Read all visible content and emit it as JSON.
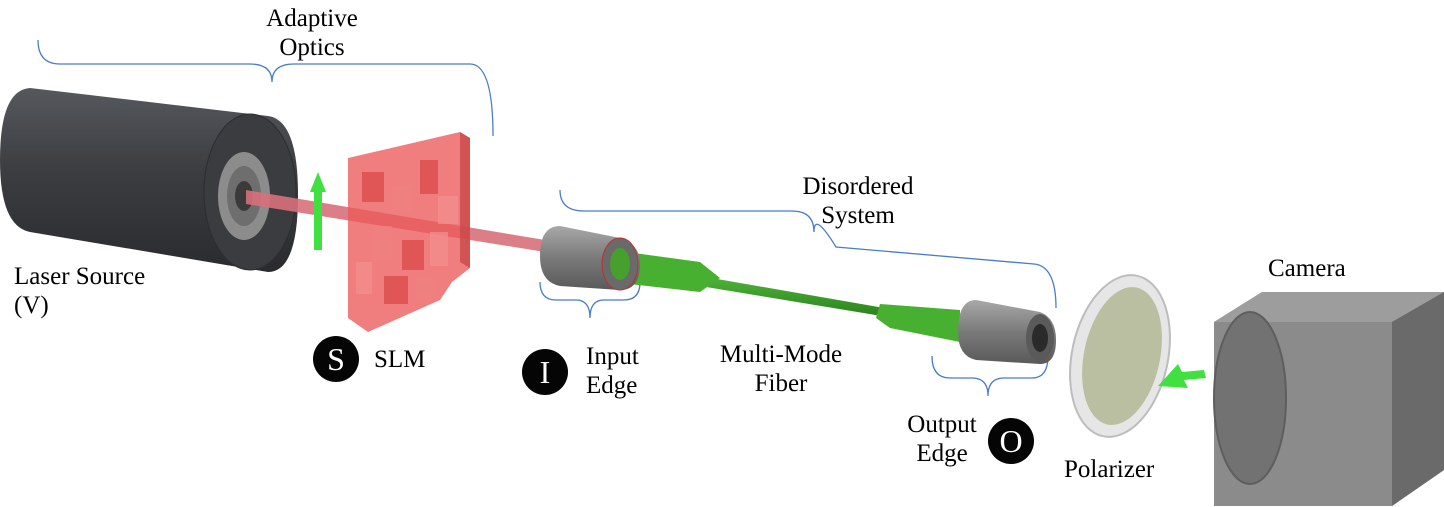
{
  "labels": {
    "adaptive_optics_line1": "Adaptive",
    "adaptive_optics_line2": "Optics",
    "disordered_line1": "Disordered",
    "disordered_line2": "System",
    "camera": "Camera",
    "laser_line1": "Laser Source",
    "laser_line2": "(V)",
    "slm": "SLM",
    "input_line1": "Input",
    "input_line2": "Edge",
    "fiber_line1": "Multi-Mode",
    "fiber_line2": "Fiber",
    "output_line1": "Output",
    "output_line2": "Edge",
    "polarizer": "Polarizer"
  },
  "badges": {
    "slm": "S",
    "input": "I",
    "output": "O"
  },
  "colors": {
    "bracket": "#4a7cc9",
    "laser_beam": "#d8707a",
    "slm": "#ec5a5a",
    "fiber": "#3a9c2a",
    "arrow": "#3fe03f",
    "housing": "#3e4044",
    "coupler": "#8a8a8a",
    "camera": "#7e7e7e",
    "filter": "#b9bfa0"
  },
  "icons": {
    "polarization_arrow": "up-arrow",
    "camera_arrow": "left-arrow"
  }
}
